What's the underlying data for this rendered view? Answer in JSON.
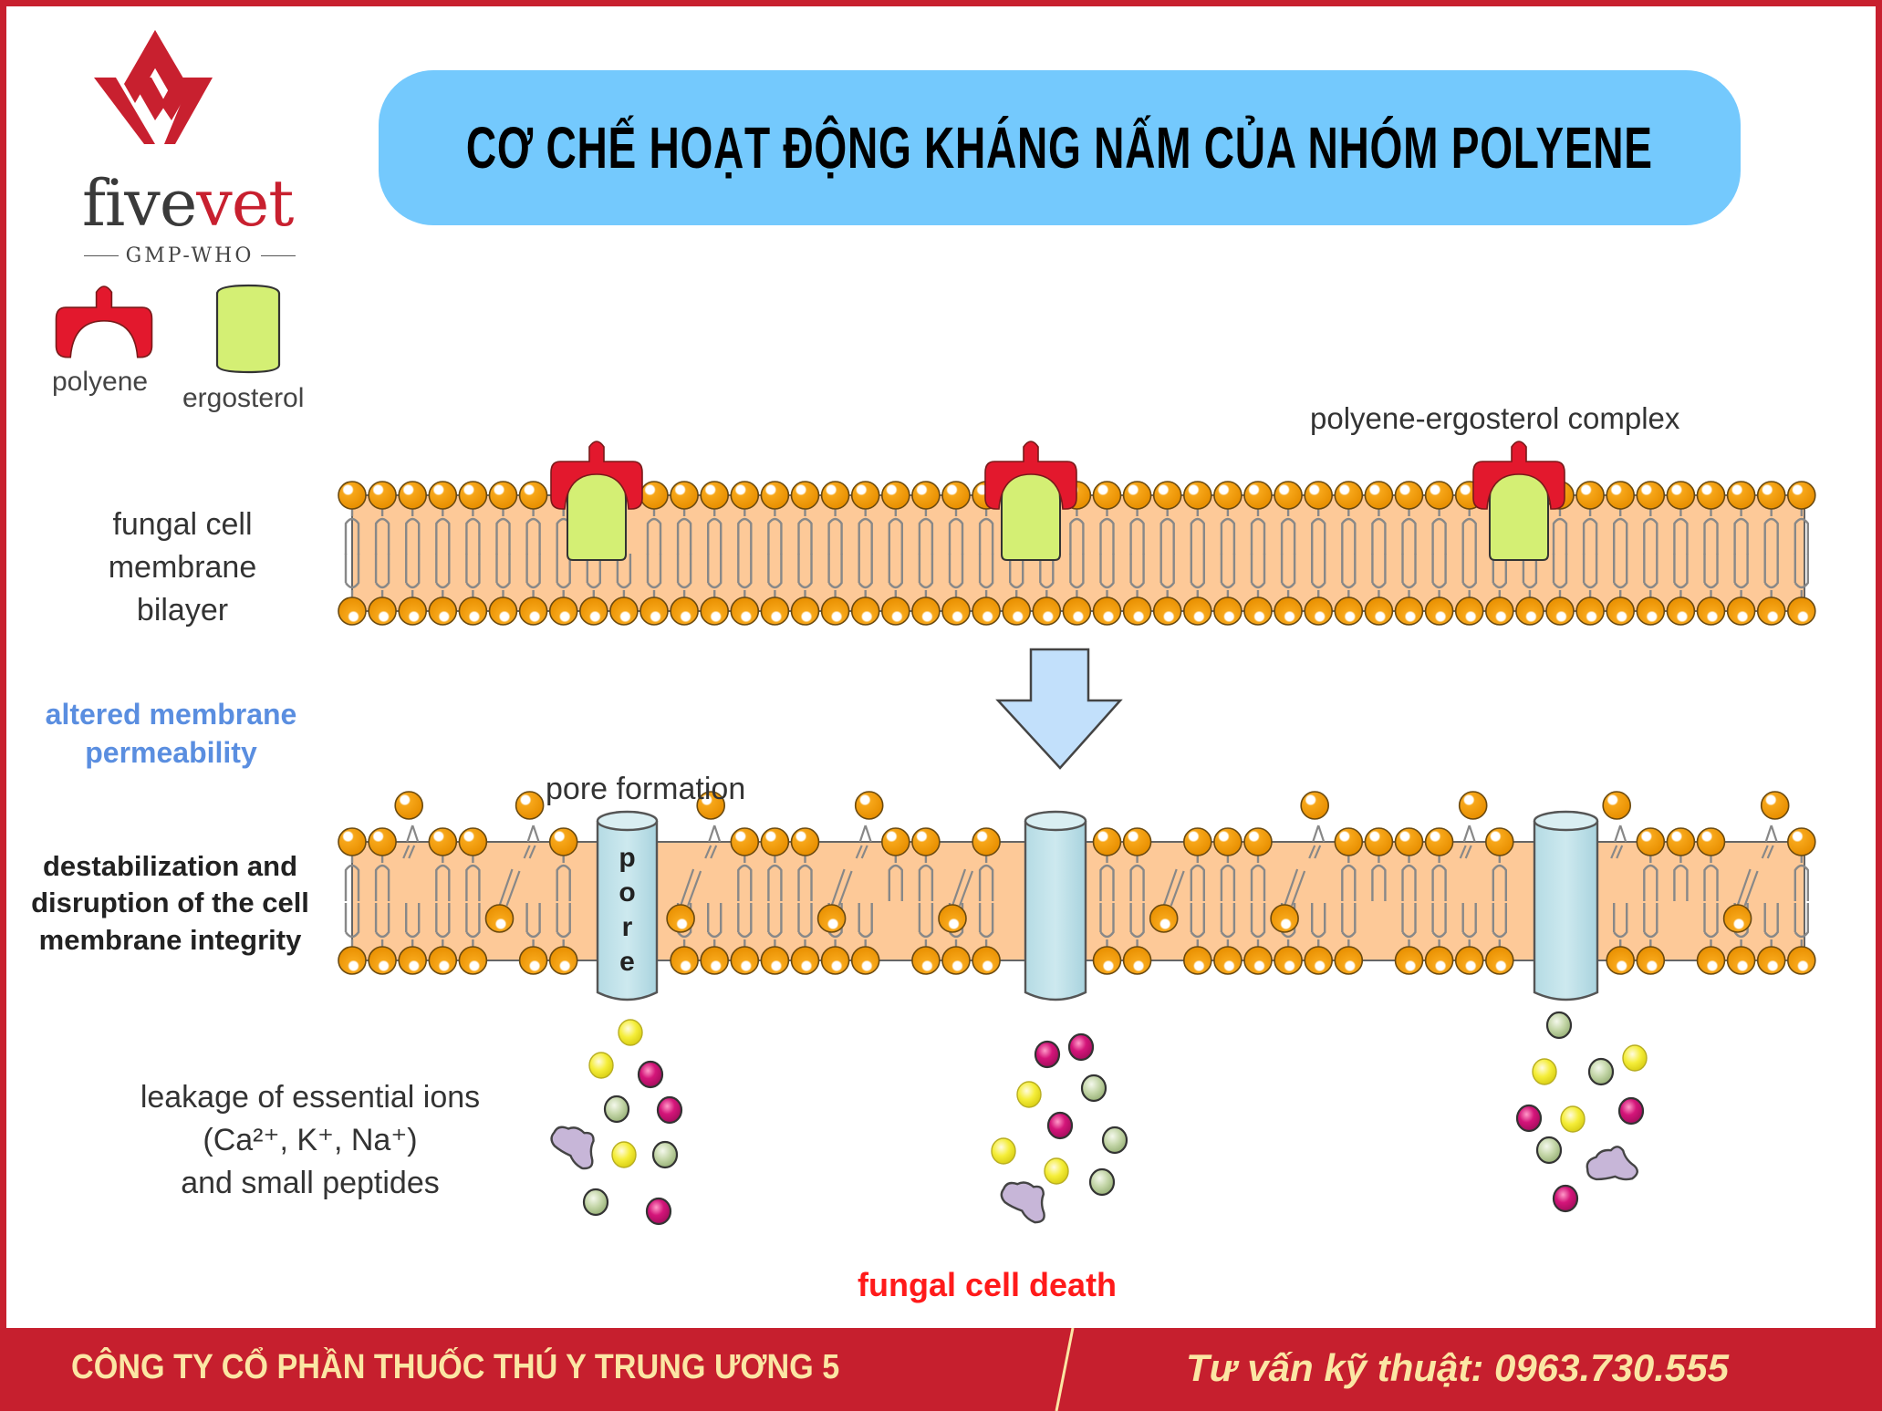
{
  "brand": {
    "name_part1": "five",
    "name_part2": "vet",
    "tagline": "GMP-WHO",
    "colors": {
      "red": "#c8202f",
      "gray": "#3a3a3a"
    }
  },
  "title": "CƠ CHẾ HOẠT ĐỘNG KHÁNG NẤM CỦA NHÓM POLYENE",
  "legend": {
    "items": [
      {
        "label": "polyene",
        "icon": "polyene-icon",
        "color": "#e3182d"
      },
      {
        "label": "ergosterol",
        "icon": "ergosterol-icon",
        "color": "#d4ef74"
      }
    ]
  },
  "diagram": {
    "top_membrane": {
      "label_lines": [
        "fungal cell",
        "membrane",
        "bilayer"
      ],
      "complex_label": "polyene-ergosterol complex",
      "complex_count": 3
    },
    "transition": {
      "label_lines": [
        "altered membrane",
        "permeability"
      ],
      "arrow": "down-arrow-icon"
    },
    "bottom_membrane": {
      "label_lines": [
        "destabilization and",
        "disruption of the cell",
        "membrane integrity"
      ],
      "pore_label": "pore formation",
      "pore_text": [
        "p",
        "o",
        "r",
        "e"
      ],
      "pore_count": 3
    },
    "leakage": {
      "label_lines": [
        "leakage of essential ions",
        "(Ca²⁺, K⁺, Na⁺)",
        "and small peptides"
      ]
    },
    "outcome": "fungal cell death",
    "colors": {
      "lipid_head": "#f29a00",
      "membrane_fill": "#fdc998",
      "pore": "#c0e2ea",
      "arrow": "#c2e0fb",
      "ion_yellow": "#f0ea2a",
      "ion_magenta": "#d01270",
      "ion_green": "#b9d09a",
      "peptide": "#c7b6d8"
    }
  },
  "footer": {
    "company": "CÔNG TY CỔ PHẦN THUỐC THÚ Y TRUNG ƯƠNG 5",
    "hotline": "Tư vấn kỹ thuật: 0963.730.555",
    "colors": {
      "bg": "#c61f2e",
      "text": "#fbe6a4"
    }
  }
}
